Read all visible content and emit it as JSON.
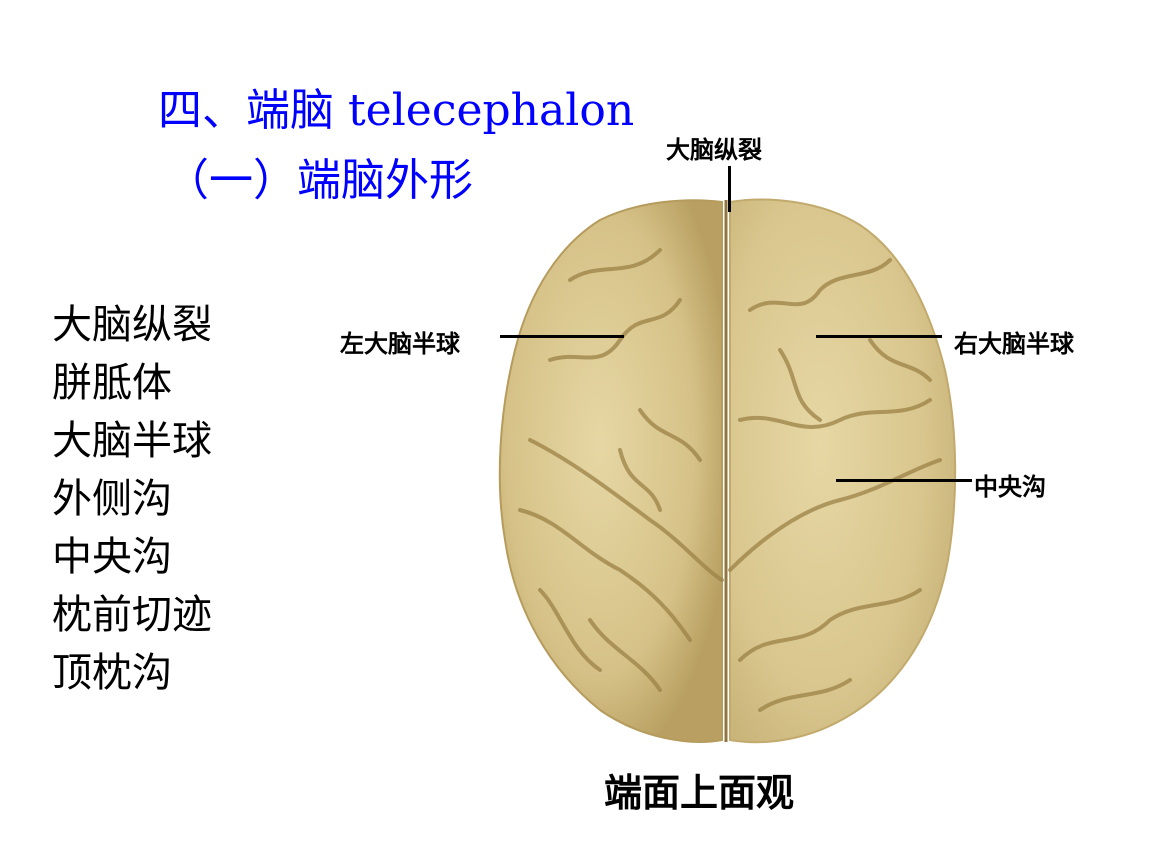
{
  "slide": {
    "title_line1_cn": "四、端脑 ",
    "title_line1_en": "telecephalon",
    "title_line2": "（一）端脑外形",
    "title_color": "#0000ff"
  },
  "term_list": [
    "大脑纵裂",
    "胼胝体",
    "大脑半球",
    "外侧沟",
    "中央沟",
    "枕前切迹",
    "顶枕沟"
  ],
  "figure": {
    "labels": {
      "longitudinal_fissure": "大脑纵裂",
      "left_hemisphere": "左大脑半球",
      "right_hemisphere": "右大脑半球",
      "central_sulcus": "中央沟"
    },
    "caption": "端面上面观",
    "brain_color": "#d9c68e",
    "sulcus_color": "#9c8246"
  }
}
